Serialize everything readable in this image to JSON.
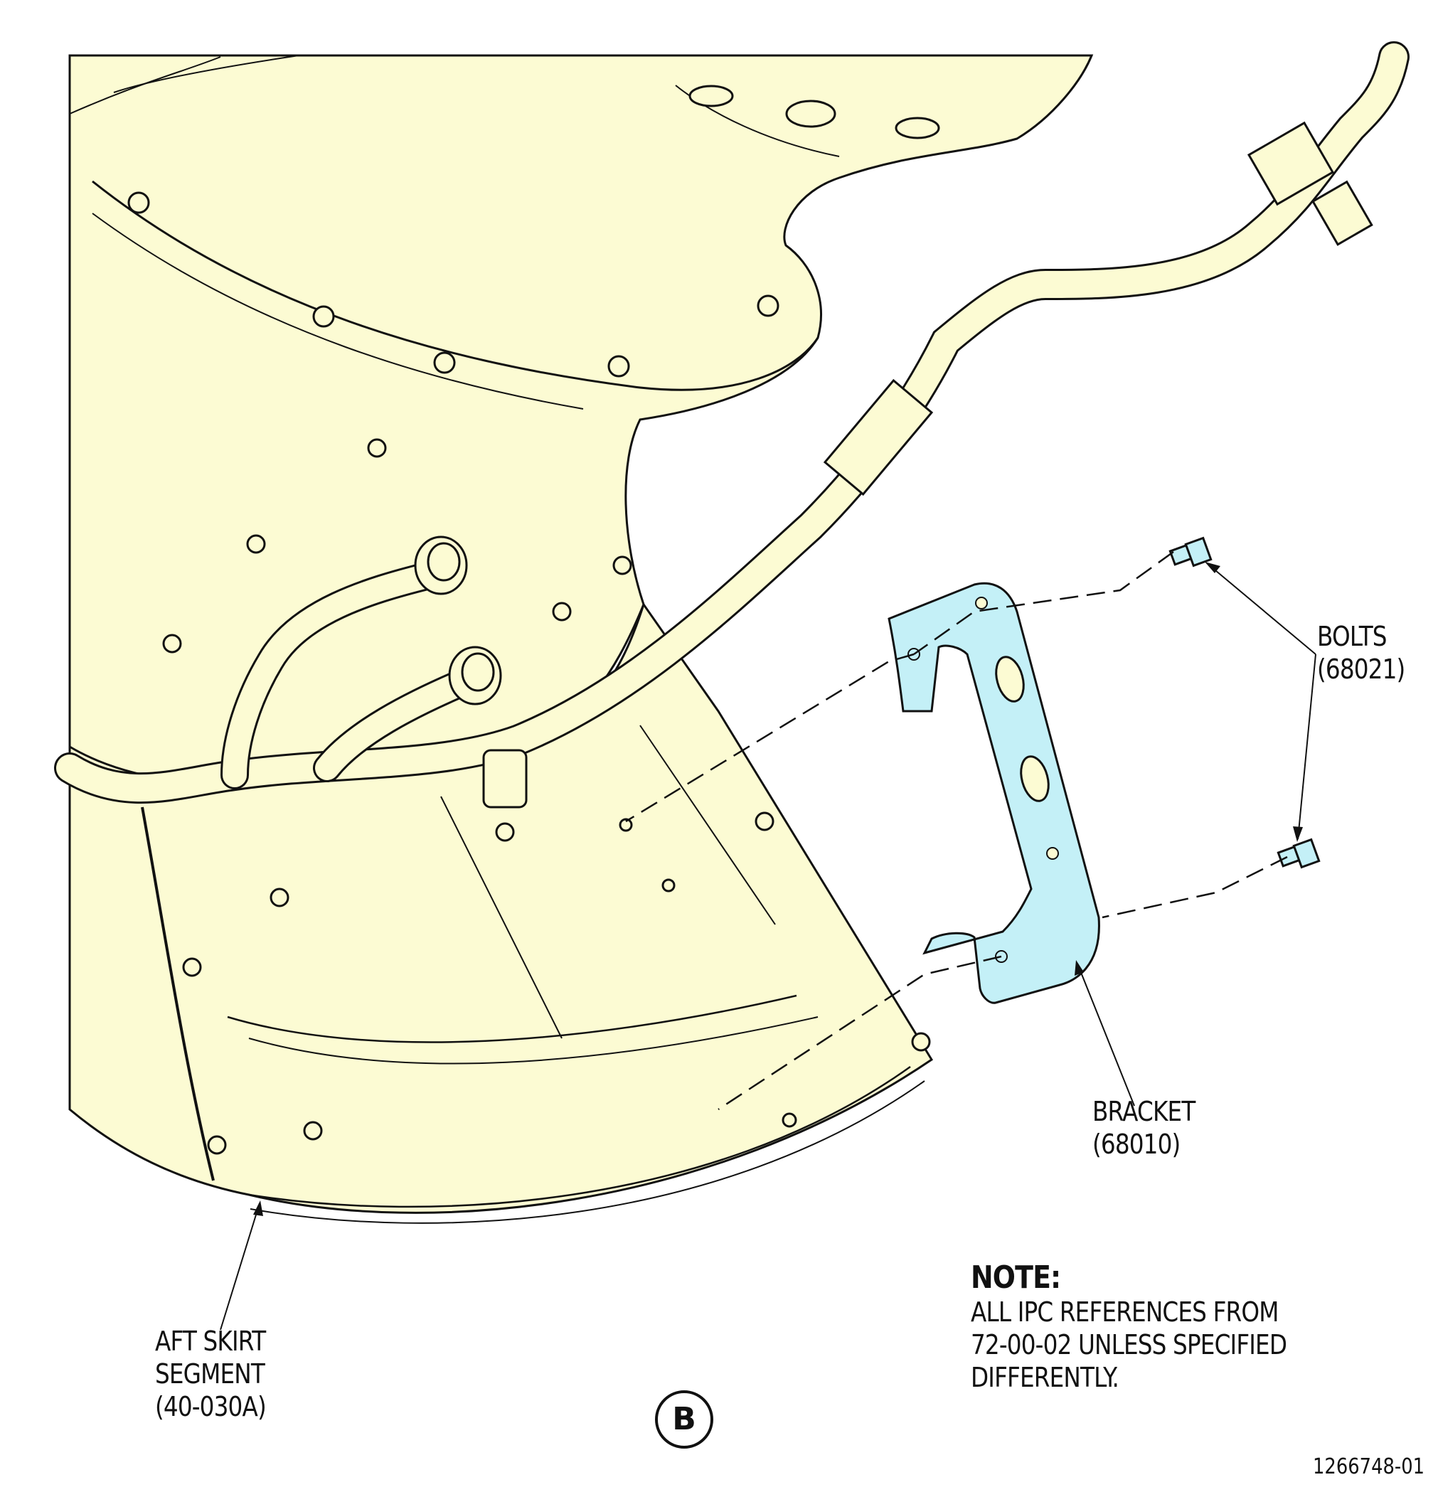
{
  "colors": {
    "assembly_fill": "#fcfbd3",
    "highlight_fill": "#c4f0f7",
    "line": "#111111",
    "background": "#ffffff"
  },
  "callouts": {
    "bolts": {
      "name": "BOLTS",
      "ref": "(68021)"
    },
    "bracket": {
      "name": "BRACKET",
      "ref": "(68010)"
    },
    "aft_skirt": {
      "line1": "AFT SKIRT",
      "line2": "SEGMENT",
      "ref": "(40-030A)"
    }
  },
  "note": {
    "title": "NOTE:",
    "line1": "ALL IPC REFERENCES FROM",
    "line2": "72-00-02 UNLESS SPECIFIED",
    "line3": "DIFFERENTLY."
  },
  "view_label": "B",
  "figure_id": "1266748-01"
}
